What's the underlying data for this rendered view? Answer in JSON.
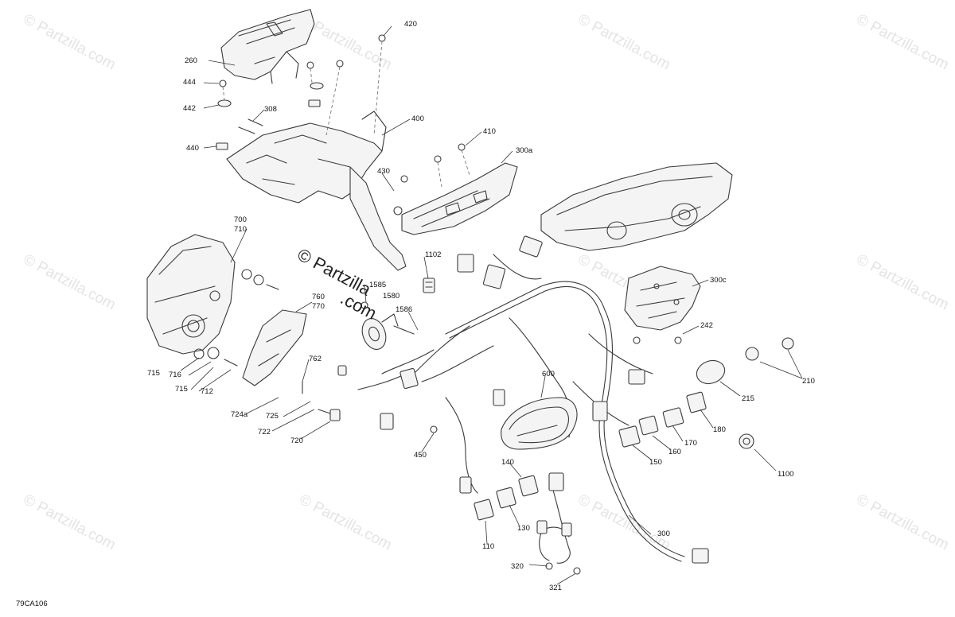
{
  "watermark": {
    "text": "© Partzilla.com",
    "center_line1": "© Partzilla",
    "center_line2": ".com"
  },
  "figure_code": "79CA106",
  "callouts": [
    {
      "id": "c420",
      "label": "420"
    },
    {
      "id": "c260",
      "label": "260"
    },
    {
      "id": "c444",
      "label": "444"
    },
    {
      "id": "c442",
      "label": "442"
    },
    {
      "id": "c308",
      "label": "308"
    },
    {
      "id": "c440",
      "label": "440"
    },
    {
      "id": "c400",
      "label": "400"
    },
    {
      "id": "c410",
      "label": "410"
    },
    {
      "id": "c300a",
      "label": "300a"
    },
    {
      "id": "c430",
      "label": "430"
    },
    {
      "id": "c700",
      "label": "700"
    },
    {
      "id": "c710",
      "label": "710"
    },
    {
      "id": "c1102",
      "label": "1102"
    },
    {
      "id": "c1585",
      "label": "1585"
    },
    {
      "id": "c1580",
      "label": "1580"
    },
    {
      "id": "c1586",
      "label": "1586"
    },
    {
      "id": "c760",
      "label": "760"
    },
    {
      "id": "c770",
      "label": "770"
    },
    {
      "id": "c300c",
      "label": "300c"
    },
    {
      "id": "c242",
      "label": "242"
    },
    {
      "id": "c762",
      "label": "762"
    },
    {
      "id": "c715a",
      "label": "715"
    },
    {
      "id": "c716",
      "label": "716"
    },
    {
      "id": "c715b",
      "label": "715"
    },
    {
      "id": "c712",
      "label": "712"
    },
    {
      "id": "c724a",
      "label": "724a"
    },
    {
      "id": "c725",
      "label": "725"
    },
    {
      "id": "c722",
      "label": "722"
    },
    {
      "id": "c720",
      "label": "720"
    },
    {
      "id": "c600",
      "label": "600"
    },
    {
      "id": "c210",
      "label": "210"
    },
    {
      "id": "c215",
      "label": "215"
    },
    {
      "id": "c180",
      "label": "180"
    },
    {
      "id": "c170",
      "label": "170"
    },
    {
      "id": "c160",
      "label": "160"
    },
    {
      "id": "c150",
      "label": "150"
    },
    {
      "id": "c1100",
      "label": "1100"
    },
    {
      "id": "c450",
      "label": "450"
    },
    {
      "id": "c140",
      "label": "140"
    },
    {
      "id": "c130",
      "label": "130"
    },
    {
      "id": "c110",
      "label": "110"
    },
    {
      "id": "c300",
      "label": "300"
    },
    {
      "id": "c320",
      "label": "320"
    },
    {
      "id": "c321",
      "label": "321"
    }
  ]
}
